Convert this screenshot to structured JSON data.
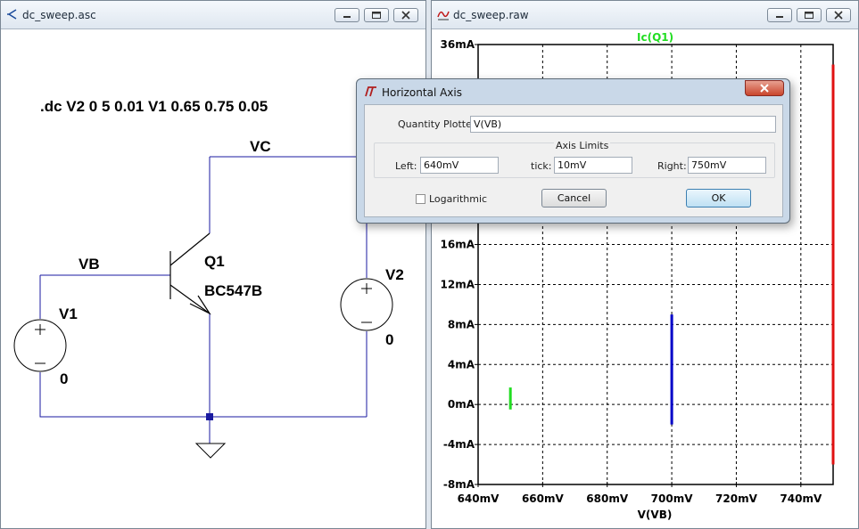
{
  "schematic": {
    "title": "dc_sweep.asc",
    "directive": ".dc V2 0 5 0.01 V1 0.65 0.75 0.05",
    "net_vc": "VC",
    "net_vb": "VB",
    "q_name": "Q1",
    "q_model": "BC547B",
    "v1_name": "V1",
    "v1_value": "0",
    "v2_name": "V2",
    "v2_value": "0"
  },
  "waveform": {
    "title": "dc_sweep.raw",
    "trace_label": "Ic(Q1)",
    "xlabel": "V(VB)"
  },
  "chart_data": {
    "type": "line",
    "title": "Ic(Q1)",
    "xlabel": "V(VB)",
    "ylabel": "",
    "xlim": [
      640,
      750
    ],
    "ylim": [
      -8,
      36
    ],
    "x_ticks": [
      "640mV",
      "660mV",
      "680mV",
      "700mV",
      "720mV",
      "740mV"
    ],
    "x_tick_values": [
      640,
      660,
      680,
      700,
      720,
      740
    ],
    "y_ticks": [
      "36mA",
      "16mA",
      "12mA",
      "8mA",
      "4mA",
      "0mA",
      "-4mA",
      "-8mA"
    ],
    "y_tick_values": [
      36,
      16,
      12,
      8,
      4,
      0,
      -4,
      -8
    ],
    "grid": true,
    "series": [
      {
        "color": "#22dd22",
        "x": [
          650,
          650
        ],
        "y": [
          -0.5,
          1.7
        ]
      },
      {
        "color": "#0000c8",
        "x": [
          700,
          700
        ],
        "y": [
          -2,
          9
        ]
      },
      {
        "color": "#e01010",
        "x": [
          750,
          750
        ],
        "y": [
          -6,
          34
        ]
      }
    ]
  },
  "dialog": {
    "title": "Horizontal Axis",
    "quantity_label": "Quantity Plotted:",
    "quantity_value": "V(VB)",
    "axis_limits_label": "Axis Limits",
    "left_label": "Left:",
    "left_value": "640mV",
    "tick_label": "tick:",
    "tick_value": "10mV",
    "right_label": "Right:",
    "right_value": "750mV",
    "log_label": "Logarithmic",
    "cancel_label": "Cancel",
    "ok_label": "OK"
  }
}
